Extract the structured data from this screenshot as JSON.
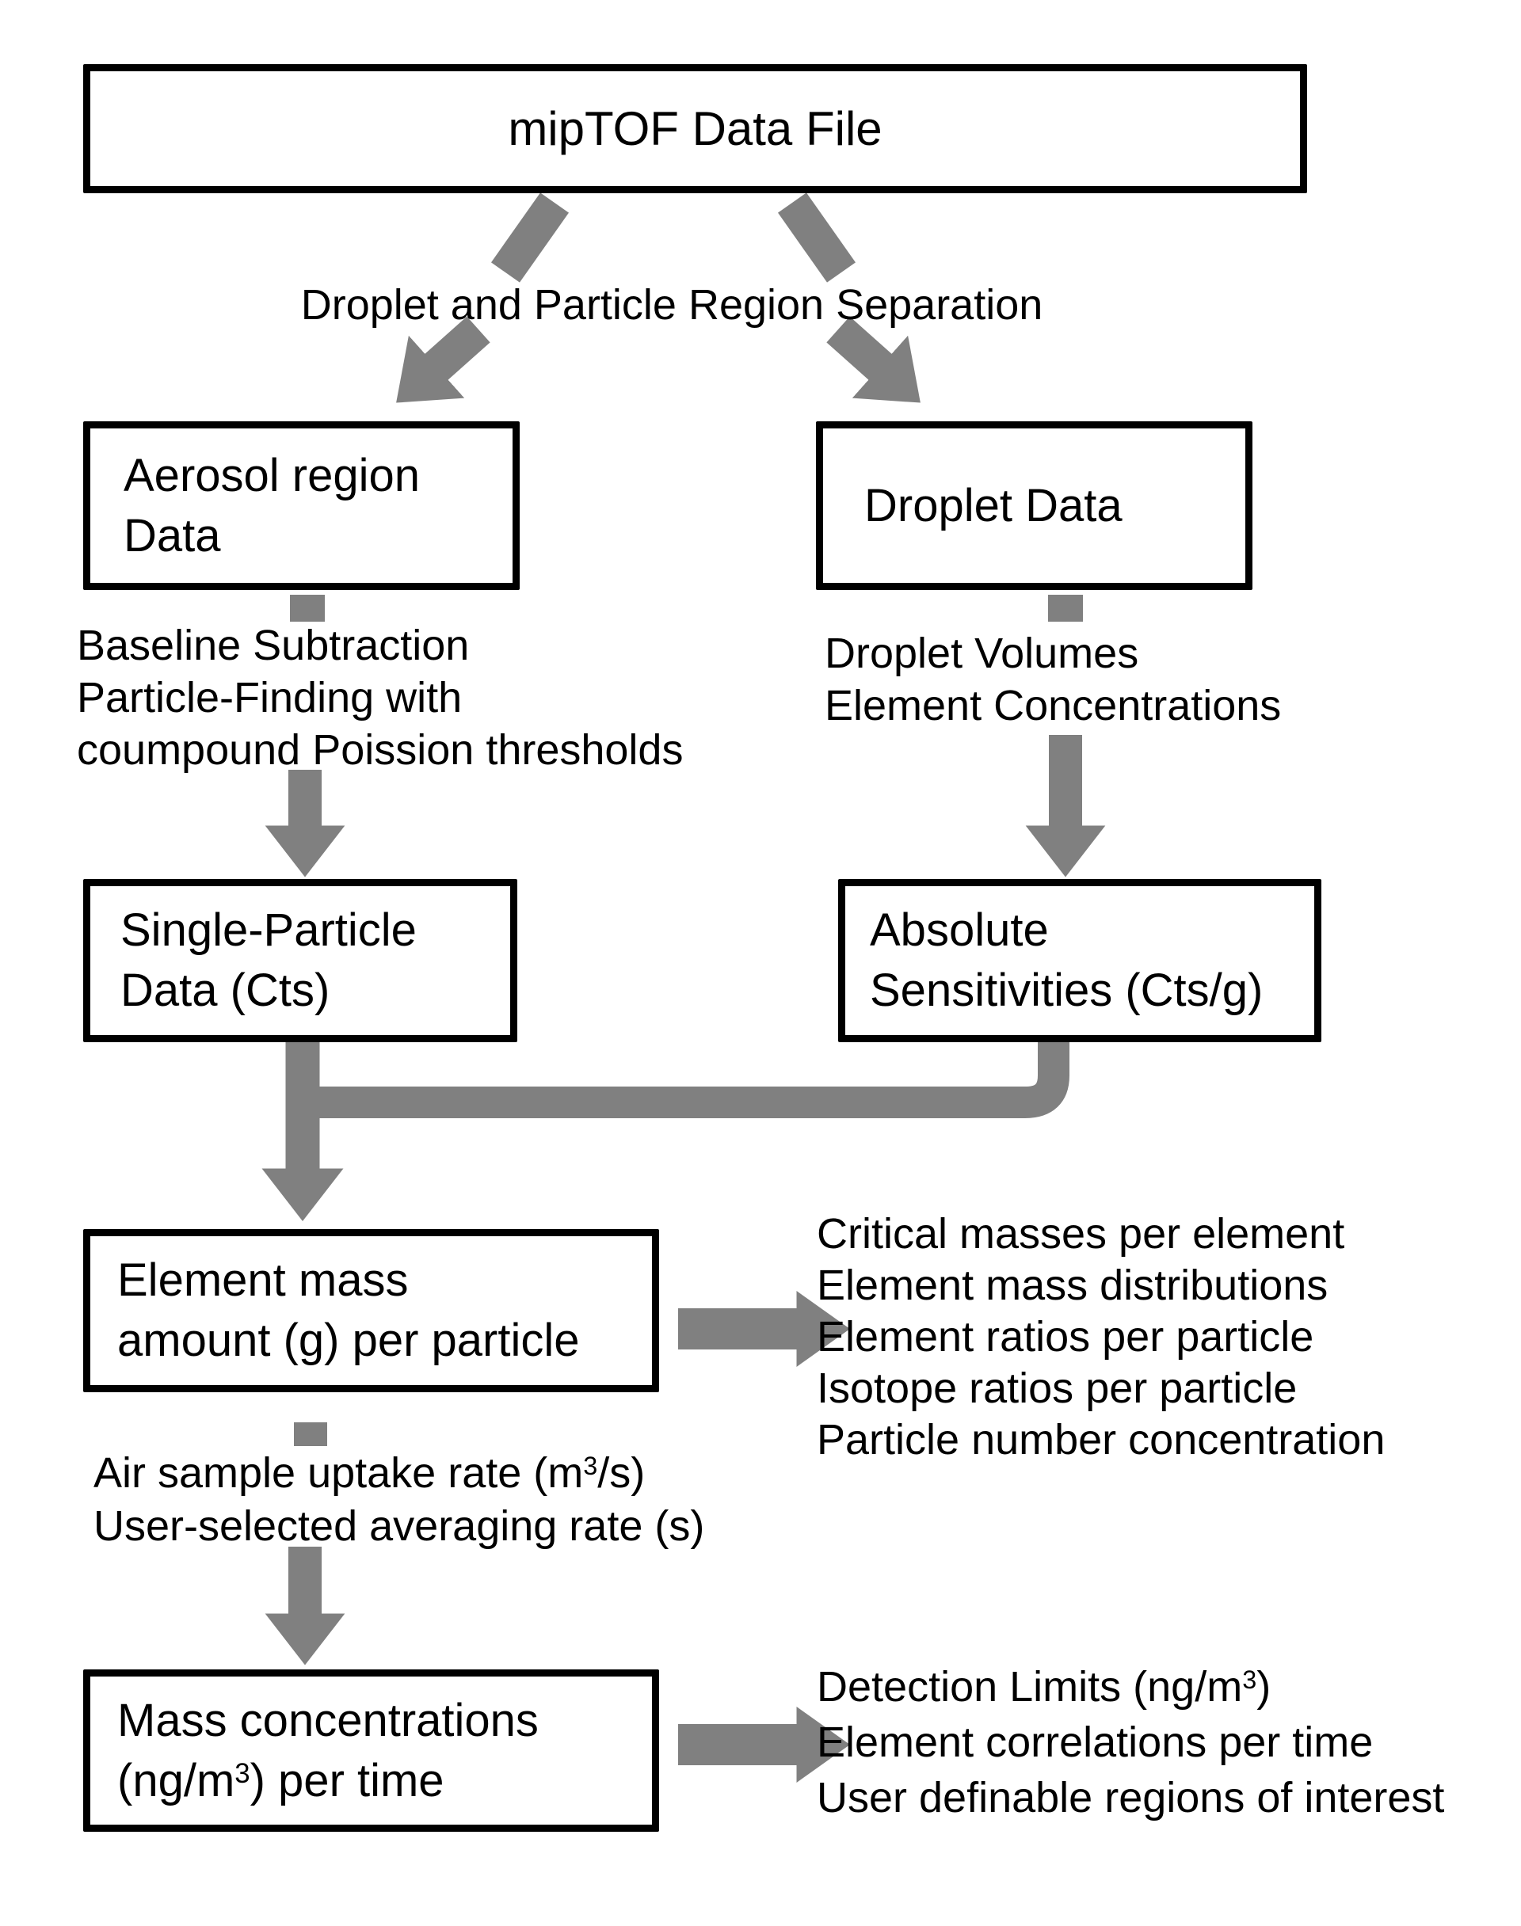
{
  "colors": {
    "arrow_gray": "#808080",
    "box_border": "#000000",
    "box_fill": "#ffffff",
    "text": "#000000",
    "background": "#ffffff"
  },
  "nodes": {
    "source": {
      "title": "mipTOF Data File"
    },
    "separation_label": "Droplet and Particle Region Separation",
    "aerosol": {
      "line1": "Aerosol region",
      "line2": "Data"
    },
    "droplet": {
      "line1": "Droplet Data"
    },
    "aerosol_note": {
      "line1": "Baseline Subtraction",
      "line2": "Particle-Finding with",
      "line3": "coumpound Poission thresholds"
    },
    "droplet_note": {
      "line1": "Droplet Volumes",
      "line2": "Element Concentrations"
    },
    "single_particle": {
      "line1": "Single-Particle",
      "line2": "Data (Cts)"
    },
    "absolute": {
      "line1": "Absolute",
      "line2": "Sensitivities (Cts/g)"
    },
    "element_mass": {
      "line1": "Element mass",
      "line2": "amount (g) per particle"
    },
    "element_outputs": [
      "Critical masses per element",
      "Element mass distributions",
      "Element ratios per particle",
      "Isotope ratios per particle",
      "Particle number concentration"
    ],
    "air_note": {
      "line1_pre": "Air sample uptake rate (m",
      "line1_sup": "3",
      "line1_post": "/s)",
      "line2": "User-selected averaging rate (s)"
    },
    "mass_conc": {
      "line1": "Mass concentrations",
      "line2_pre": "(ng/m",
      "line2_sup": "3",
      "line2_post": ") per time"
    },
    "mass_outputs": {
      "line1_pre": "Detection Limits (ng/m",
      "line1_sup": "3",
      "line1_post": ")",
      "line2": "Element correlations per time",
      "line3": "User definable regions of interest"
    }
  }
}
